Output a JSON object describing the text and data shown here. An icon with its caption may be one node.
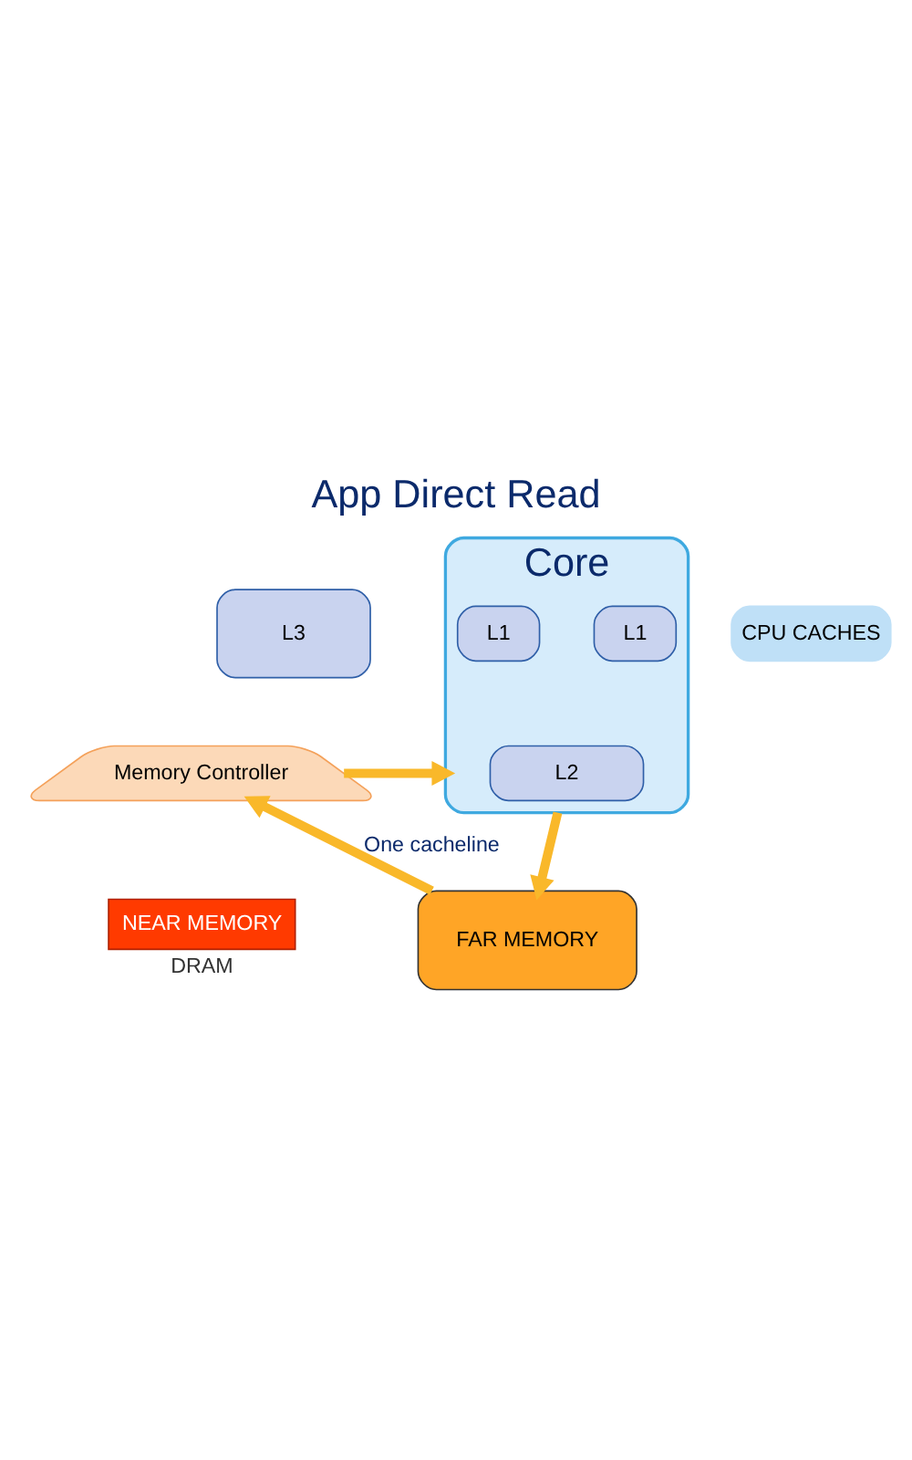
{
  "diagram": {
    "title": "App Direct Read",
    "nodes": [
      {
        "text": [
          "Core"
        ]
      },
      {
        "text": [
          "L1"
        ],
        "in": 0
      },
      {
        "text": [
          "L1"
        ],
        "in": 0
      },
      {
        "text": [
          "L2"
        ],
        "in": 0
      },
      {
        "text": [
          "L3"
        ]
      },
      {
        "text": [
          "CPU CACHES"
        ]
      },
      {
        "text": [
          "Memory Controller"
        ]
      },
      {
        "text": [
          "NEAR MEMORY"
        ],
        "beside": [
          "DRAM"
        ]
      },
      {
        "text": [
          "FAR MEMORY"
        ]
      }
    ],
    "edges": [
      {
        "from": 0,
        "to": 8,
        "arrow": "to"
      },
      {
        "from": 8,
        "to": 6,
        "arrow": "to",
        "label": "One cacheline"
      },
      {
        "from": 6,
        "to": 0,
        "arrow": "to"
      }
    ]
  }
}
